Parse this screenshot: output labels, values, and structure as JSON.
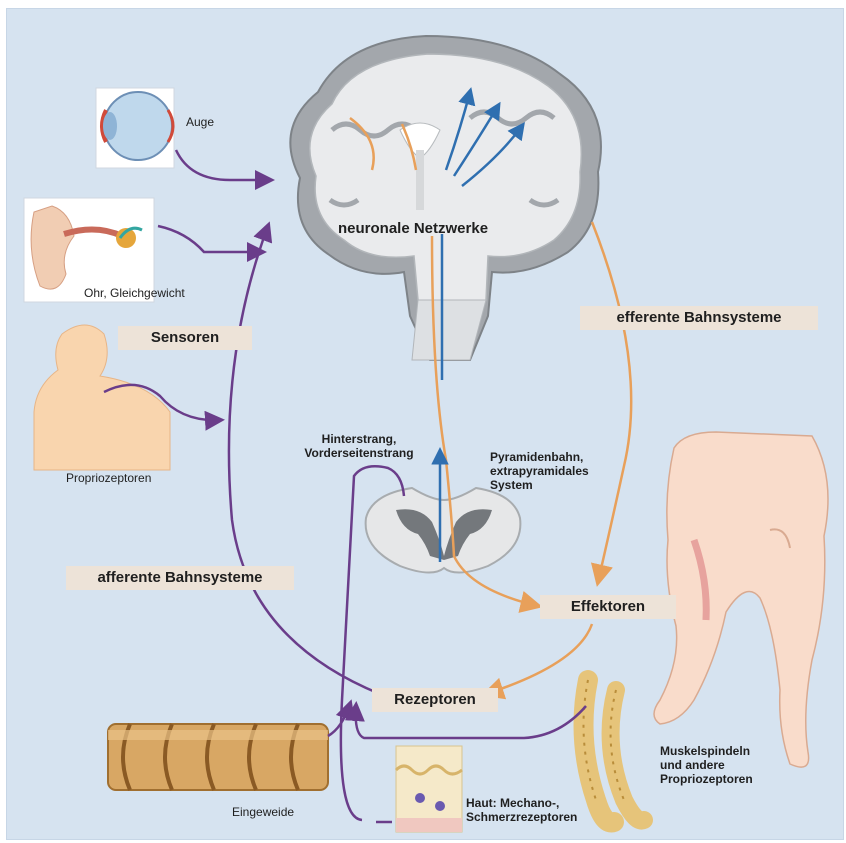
{
  "labels": {
    "auge": "Auge",
    "ohr": "Ohr, Gleichgewicht",
    "sensoren": "Sensoren",
    "propriozeptoren": "Propriozeptoren",
    "afferent": "afferente Bahnsysteme",
    "netzwerke": "neuronale Netzwerke",
    "efferent": "efferente Bahnsysteme",
    "hinterstrang_1": "Hinterstrang,",
    "hinterstrang_2": "Vorderseitenstrang",
    "pyramiden_1": "Pyramidenbahn,",
    "pyramiden_2": "extrapyramidales",
    "pyramiden_3": "System",
    "effektoren": "Effektoren",
    "rezeptoren": "Rezeptoren",
    "eingeweide": "Eingeweide",
    "haut_1": "Haut: Mechano-,",
    "haut_2": "Schmerzrezeptoren",
    "muskel_1": "Muskelspindeln",
    "muskel_2": "und andere",
    "muskel_3": "Propriozeptoren"
  },
  "colors": {
    "background": "#d6e3f0",
    "afferent_arrow": "#6a3d8a",
    "efferent_arrow": "#e8a05a",
    "motor_path": "#2f6fb0",
    "cortex": "#9a9ea3",
    "label_box": "#ede3d8"
  },
  "icons": [
    "eye-icon",
    "ear-icon",
    "head-shoulder-icon",
    "brain-icon",
    "spinal-cord-icon",
    "legs-icon",
    "intestine-icon",
    "skin-icon",
    "muscle-spindle-icon"
  ]
}
